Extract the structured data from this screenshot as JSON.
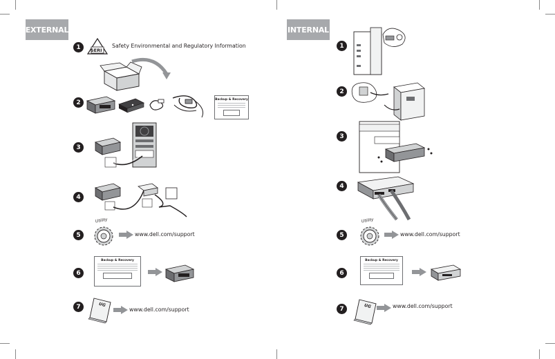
{
  "left": {
    "header": "EXTERNAL",
    "steps": [
      {
        "number": "1",
        "text": "Safety Environmental and Regulatory Information",
        "badge": "SERI"
      },
      {
        "number": "2"
      },
      {
        "number": "3"
      },
      {
        "number": "4"
      },
      {
        "number": "5",
        "text": "www.dell.com/support",
        "gear_label": "Utility"
      },
      {
        "number": "6",
        "doc_title": "Backup & Recovery"
      },
      {
        "number": "7",
        "text": "www.dell.com/support",
        "book_label": "UG"
      }
    ],
    "step2_doc_title": "Backup & Recovery"
  },
  "right": {
    "header": "INTERNAL",
    "steps": [
      {
        "number": "1"
      },
      {
        "number": "2"
      },
      {
        "number": "3"
      },
      {
        "number": "4"
      },
      {
        "number": "5",
        "text": "www.dell.com/support",
        "gear_label": "Utility"
      },
      {
        "number": "6",
        "doc_title": "Backup & Recovery"
      },
      {
        "number": "7",
        "text": "www.dell.com/support",
        "book_label": "UG"
      }
    ]
  }
}
